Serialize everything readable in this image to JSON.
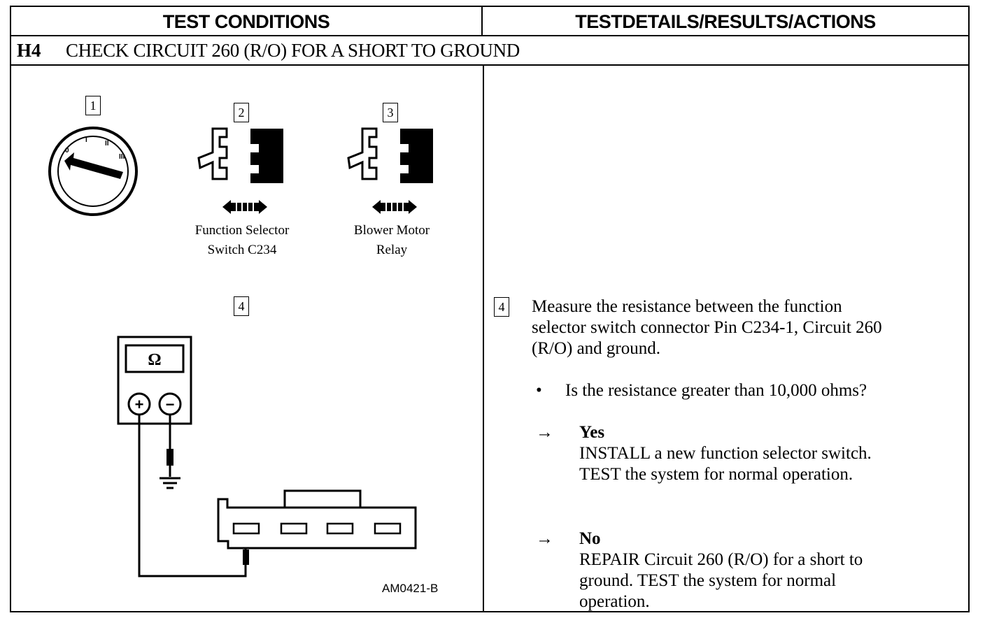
{
  "header": {
    "left_title": "TEST CONDITIONS",
    "right_title": "TESTDETAILS/RESULTS/ACTIONS"
  },
  "step": {
    "id": "H4",
    "title": "CHECK CIRCUIT 260 (R/O) FOR A SHORT TO GROUND"
  },
  "figures": {
    "box1": "1",
    "box2": "2",
    "box3": "3",
    "box4": "4",
    "ignition_labels": [
      "0",
      "I",
      "II",
      "III"
    ],
    "caption2_line1": "Function Selector",
    "caption2_line2": "Switch C234",
    "caption3_line1": "Blower Motor",
    "caption3_line2": "Relay",
    "meter_symbol": "Ω",
    "plus": "+",
    "minus": "−",
    "figure_ref": "AM0421-B"
  },
  "details": {
    "step_box": "4",
    "instruction_line1": "Measure the resistance between the function",
    "instruction_line2": "selector switch connector Pin C234-1, Circuit 260",
    "instruction_line3": "(R/O) and ground.",
    "bullet": "•",
    "question": "Is the resistance greater than 10,000 ohms?",
    "arrow": "→",
    "yes_label": "Yes",
    "yes_line1": "INSTALL a new function selector switch.",
    "yes_line2": "TEST  the system for normal operation.",
    "no_label": "No",
    "no_line1": "REPAIR Circuit 260 (R/O) for a short to",
    "no_line2": "ground. TEST the system for normal",
    "no_line3": "operation."
  }
}
